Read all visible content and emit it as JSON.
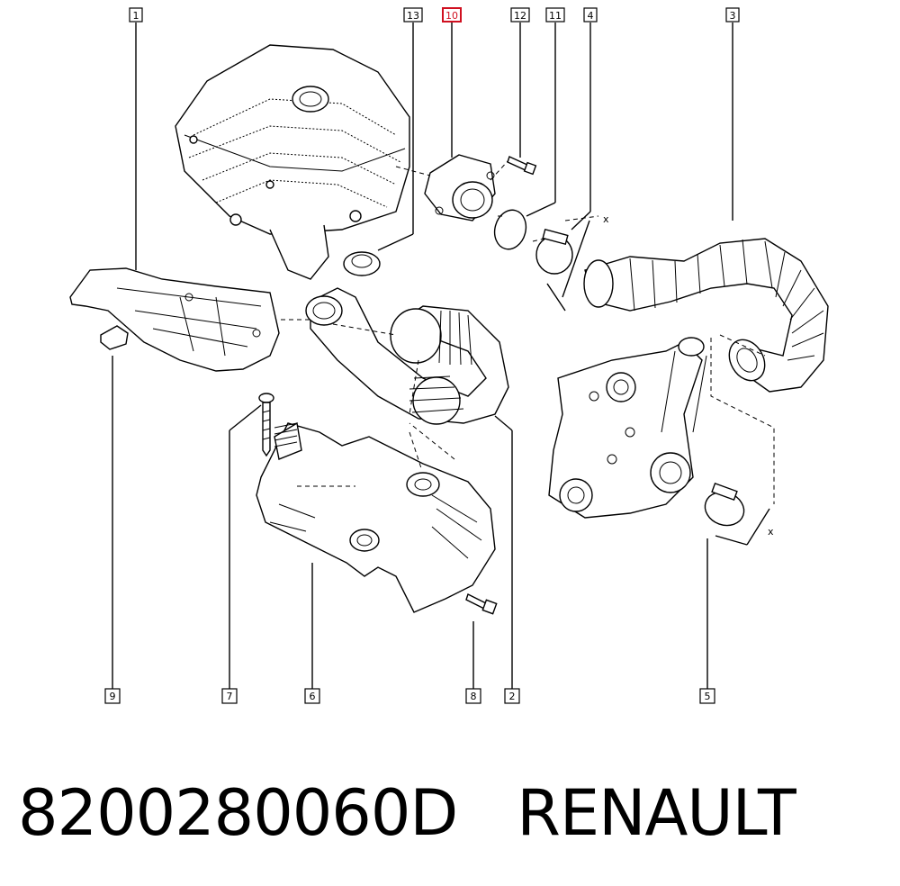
{
  "callouts": [
    {
      "id": "1",
      "label": "1"
    },
    {
      "id": "13",
      "label": "13"
    },
    {
      "id": "10",
      "label": "10",
      "highlighted": true
    },
    {
      "id": "12",
      "label": "12"
    },
    {
      "id": "11",
      "label": "11"
    },
    {
      "id": "4",
      "label": "4"
    },
    {
      "id": "3",
      "label": "3"
    },
    {
      "id": "9",
      "label": "9"
    },
    {
      "id": "7",
      "label": "7"
    },
    {
      "id": "6",
      "label": "6"
    },
    {
      "id": "8",
      "label": "8"
    },
    {
      "id": "2",
      "label": "2"
    },
    {
      "id": "5",
      "label": "5"
    }
  ],
  "dimension_marks": {
    "upper": "x",
    "lower": "x"
  },
  "caption": {
    "part_number": "8200280060D",
    "brand": "RENAULT"
  },
  "colors": {
    "line": "#000000",
    "highlight": "#d01020",
    "background": "#ffffff"
  }
}
